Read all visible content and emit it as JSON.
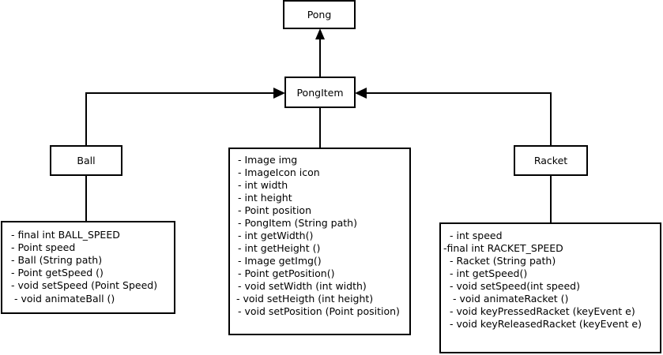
{
  "diagram": {
    "nodes": {
      "pong": {
        "label": "Pong"
      },
      "pongitem": {
        "label": "PongItem"
      },
      "ball": {
        "label": "Ball"
      },
      "racket": {
        "label": "Racket"
      }
    },
    "members": {
      "ball": [
        "- final int BALL_SPEED",
        "- Point speed",
        "- Ball (String path)",
        "- Point getSpeed ()",
        "- void setSpeed (Point Speed)",
        " - void animateBall ()"
      ],
      "pongitem": [
        "- Image img",
        "- ImageIcon icon",
        "- int width",
        "- int height",
        "- Point position",
        "- PongItem (String path)",
        "- int getWidth()",
        "- int getHeight ()",
        "- Image getImg()",
        "- Point getPosition()",
        "- void setWidth (int width)",
        "- void setHeigth (int height)",
        "- void setPosition (Point position)"
      ],
      "racket": [
        "- int speed",
        "-final int RACKET_SPEED",
        "- Racket (String path)",
        "- int getSpeed()",
        "- void setSpeed(int speed)",
        " - void animateRacket ()",
        "- void keyPressedRacket (keyEvent e)",
        "- void keyReleasedRacket (keyEvent e)"
      ]
    },
    "edges": [
      {
        "from": "pongitem",
        "to": "pong"
      },
      {
        "from": "ball",
        "to": "pongitem"
      },
      {
        "from": "racket",
        "to": "pongitem"
      }
    ]
  }
}
